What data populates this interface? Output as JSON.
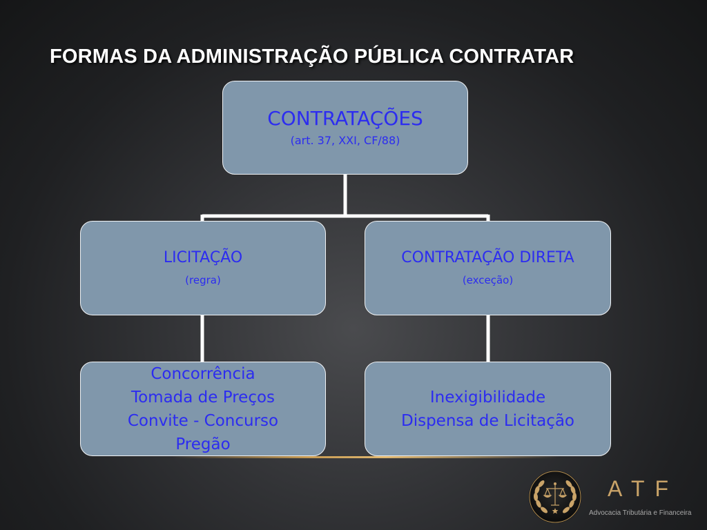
{
  "slide": {
    "title": "FORMAS DA ADMINISTRAÇÃO PÚBLICA CONTRATAR"
  },
  "diagram": {
    "root": {
      "label": "CONTRATAÇÕES",
      "sublabel": "(art. 37, XXI, CF/88)"
    },
    "left": {
      "label": "LICITAÇÃO",
      "sublabel": "(regra)",
      "child_lines": [
        "Concorrência",
        "Tomada de Preços",
        "Convite - Concurso",
        "Pregão"
      ]
    },
    "right": {
      "label": "CONTRATAÇÃO DIRETA",
      "sublabel": "(exceção)",
      "child_lines": [
        "Inexigibilidade",
        "Dispensa de Licitação"
      ]
    }
  },
  "branding": {
    "name": "ATF",
    "tagline": "Advocacia Tributária e Financeira",
    "logo_icon": "scales-of-justice-laurel-icon"
  },
  "colors": {
    "background": "#2c2d30",
    "box_fill": "#8097ab",
    "box_text": "#2c2cf0",
    "connector": "#ffffff",
    "accent_gold": "#c9a368"
  }
}
